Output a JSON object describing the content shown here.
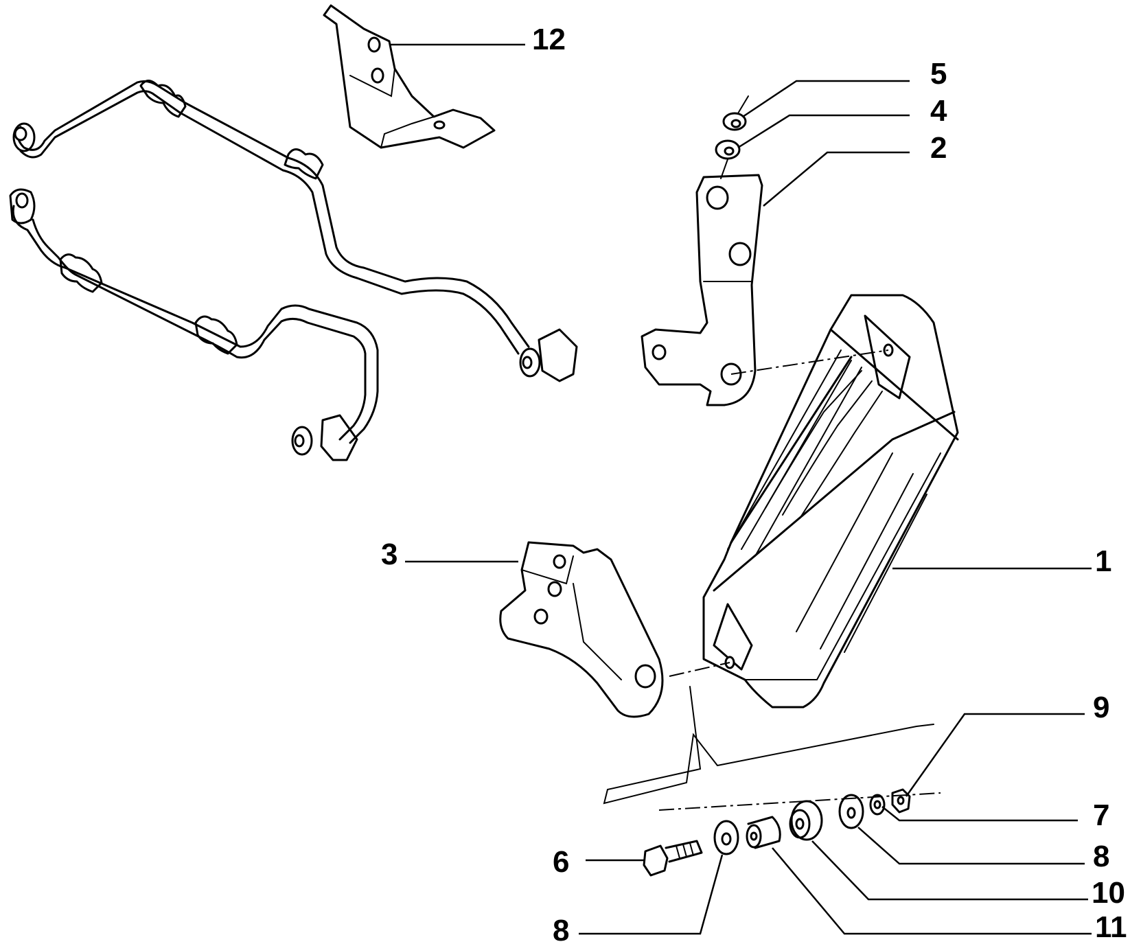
{
  "figure": {
    "callouts": {
      "c1": "1",
      "c2": "2",
      "c3": "3",
      "c4": "4",
      "c5": "5",
      "c6": "6",
      "c7": "7",
      "c8a": "8",
      "c8b": "8",
      "c9": "9",
      "c10": "10",
      "c11": "11",
      "c12": "12"
    }
  }
}
